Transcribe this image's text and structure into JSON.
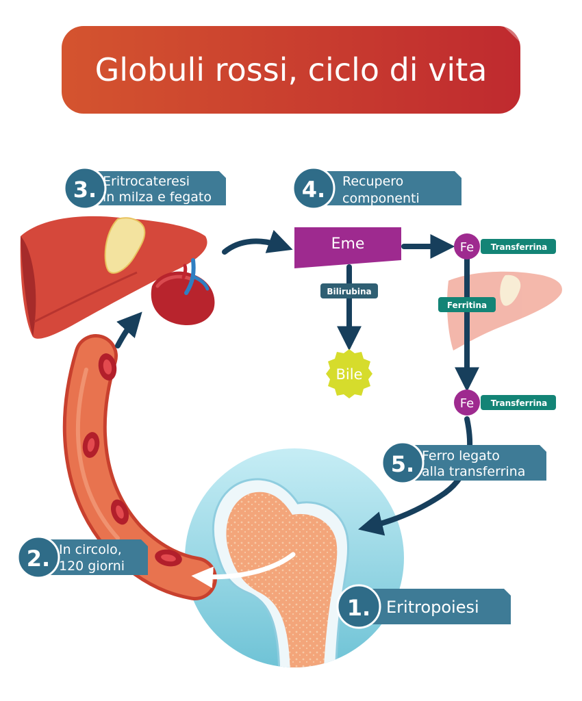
{
  "title": "Globuli rossi, ciclo di vita",
  "steps": {
    "s1": {
      "num": "1.",
      "label": "Eritropoiesi"
    },
    "s2": {
      "num": "2.",
      "line1": "In circolo,",
      "line2": "120 giorni"
    },
    "s3": {
      "num": "3.",
      "line1": "Eritrocateresi",
      "line2": "in milza e fegato"
    },
    "s4": {
      "num": "4.",
      "line1": "Recupero",
      "line2": "componenti"
    },
    "s5": {
      "num": "5.",
      "line1": "Ferro legato",
      "line2": "alla transferrina"
    }
  },
  "heme": {
    "label": "Eme"
  },
  "bilirubin": {
    "label": "Bilirubina"
  },
  "bile": {
    "label": "Bile"
  },
  "iron_top": {
    "symbol": "Fe",
    "carrier": "Transferrina"
  },
  "ferritin": {
    "label": "Ferritina"
  },
  "iron_bottom": {
    "symbol": "Fe",
    "carrier": "Transferrina"
  },
  "colors": {
    "title_bg": "#c8372d",
    "step_box": "#3e7b96",
    "step_circle": "#2f6c88",
    "heme": "#9e2a8f",
    "tag_dark": "#2f5f73",
    "tag_teal": "#138476",
    "bile": "#d6dc2c",
    "arrow": "#173f5c",
    "liver": "#d5483b",
    "spleen": "#b8242d",
    "vessel": "#e8734f",
    "rbc": "#c2242f",
    "bone": "#f2a87d",
    "bone_circle": "#9bd6e5"
  },
  "icons": [
    "liver",
    "spleen",
    "blood-vessel",
    "red-blood-cell",
    "bone-marrow",
    "iron-molecule"
  ]
}
